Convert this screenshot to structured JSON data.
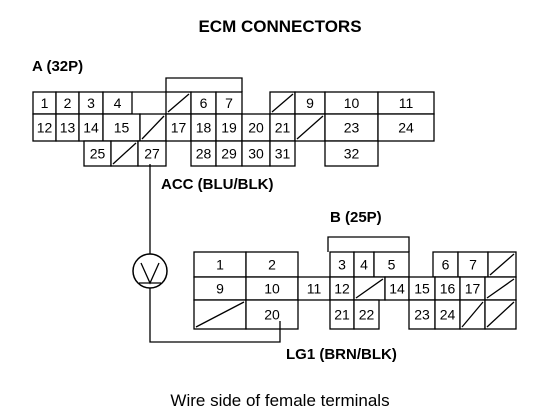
{
  "title": "ECM CONNECTORS",
  "connector_a": {
    "label": "A (32P)",
    "terminals": [
      "1",
      "2",
      "3",
      "4",
      "6",
      "7",
      "9",
      "10",
      "11",
      "12",
      "13",
      "14",
      "15",
      "17",
      "18",
      "19",
      "20",
      "21",
      "23",
      "24",
      "25",
      "27",
      "28",
      "29",
      "30",
      "31",
      "32"
    ]
  },
  "connector_b": {
    "label": "B (25P)",
    "terminals": [
      "1",
      "2",
      "3",
      "4",
      "5",
      "6",
      "7",
      "9",
      "10",
      "11",
      "12",
      "14",
      "15",
      "16",
      "17",
      "20",
      "21",
      "22",
      "23",
      "24"
    ]
  },
  "wires": {
    "acc": "ACC (BLU/BLK)",
    "lg1": "LG1 (BRN/BLK)"
  },
  "meter": {
    "symbol": "V",
    "icon": "voltmeter-icon"
  },
  "caption": "Wire side of female terminals"
}
